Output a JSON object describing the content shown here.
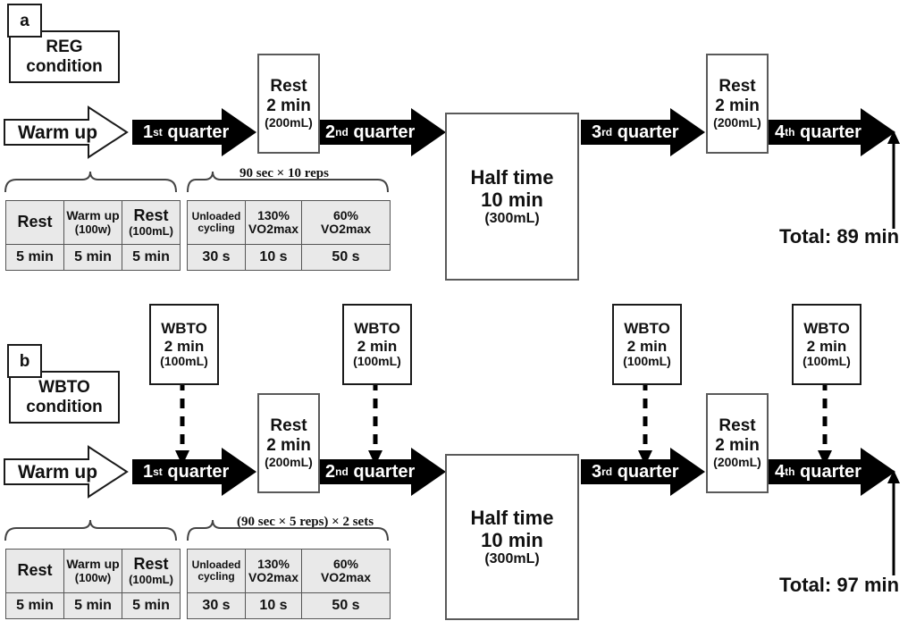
{
  "panels": [
    {
      "tag": "a",
      "condition_line1": "REG",
      "condition_line2": "condition",
      "warmup": "Warm up",
      "quarters": [
        {
          "num": "1",
          "sup": "st",
          "word": "quarter"
        },
        {
          "num": "2",
          "sup": "nd",
          "word": "quarter"
        },
        {
          "num": "3",
          "sup": "rd",
          "word": "quarter"
        },
        {
          "num": "4",
          "sup": "th",
          "word": "quarter"
        }
      ],
      "rest_boxes": [
        {
          "l1": "Rest",
          "l2": "2 min",
          "l3": "(200mL)"
        },
        {
          "l1": "Rest",
          "l2": "2 min",
          "l3": "(200mL)"
        }
      ],
      "halftime": {
        "l1": "Half time",
        "l2": "10 min",
        "l3": "(300mL)"
      },
      "total": "Total: 89 min",
      "brace_label_left": "",
      "brace_label_right": "90 sec × 10 reps",
      "table_left": {
        "headers": [
          {
            "main": "Rest",
            "sub": ""
          },
          {
            "main": "Warm up",
            "sub": "(100w)"
          },
          {
            "main": "Rest",
            "sub": "(100mL)"
          }
        ],
        "values": [
          "5 min",
          "5 min",
          "5 min"
        ]
      },
      "table_right": {
        "headers": [
          {
            "main": "Unloaded",
            "sub": "cycling"
          },
          {
            "main": "130%",
            "sub": "VO2max"
          },
          {
            "main": "60%",
            "sub": "VO2max"
          }
        ],
        "values": [
          "30 s",
          "10 s",
          "50 s"
        ]
      },
      "wbto_boxes": []
    },
    {
      "tag": "b",
      "condition_line1": "WBTO",
      "condition_line2": "condition",
      "warmup": "Warm up",
      "quarters": [
        {
          "num": "1",
          "sup": "st",
          "word": "quarter"
        },
        {
          "num": "2",
          "sup": "nd",
          "word": "quarter"
        },
        {
          "num": "3",
          "sup": "rd",
          "word": "quarter"
        },
        {
          "num": "4",
          "sup": "th",
          "word": "quarter"
        }
      ],
      "rest_boxes": [
        {
          "l1": "Rest",
          "l2": "2 min",
          "l3": "(200mL)"
        },
        {
          "l1": "Rest",
          "l2": "2 min",
          "l3": "(200mL)"
        }
      ],
      "halftime": {
        "l1": "Half time",
        "l2": "10 min",
        "l3": "(300mL)"
      },
      "total": "Total: 97 min",
      "brace_label_left": "",
      "brace_label_right": "(90 sec × 5 reps) × 2 sets",
      "table_left": {
        "headers": [
          {
            "main": "Rest",
            "sub": ""
          },
          {
            "main": "Warm up",
            "sub": "(100w)"
          },
          {
            "main": "Rest",
            "sub": "(100mL)"
          }
        ],
        "values": [
          "5 min",
          "5 min",
          "5 min"
        ]
      },
      "table_right": {
        "headers": [
          {
            "main": "Unloaded",
            "sub": "cycling"
          },
          {
            "main": "130%",
            "sub": "VO2max"
          },
          {
            "main": "60%",
            "sub": "VO2max"
          }
        ],
        "values": [
          "30 s",
          "10 s",
          "50 s"
        ]
      },
      "wbto_boxes": [
        {
          "l1": "WBTO",
          "l2": "2 min",
          "l3": "(100mL)"
        },
        {
          "l1": "WBTO",
          "l2": "2 min",
          "l3": "(100mL)"
        },
        {
          "l1": "WBTO",
          "l2": "2 min",
          "l3": "(100mL)"
        },
        {
          "l1": "WBTO",
          "l2": "2 min",
          "l3": "(100mL)"
        }
      ]
    }
  ],
  "colors": {
    "arrow_fill": "#000000",
    "arrow_text": "#ffffff",
    "box_border": "#5a5a5a",
    "table_fill": "#e9e9e9",
    "page_bg": "#ffffff"
  }
}
